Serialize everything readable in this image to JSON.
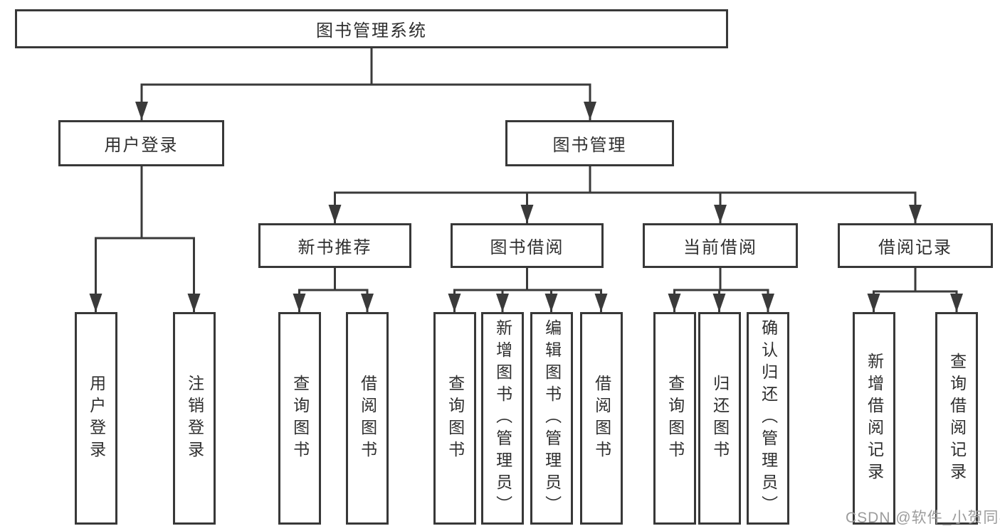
{
  "diagram": {
    "title": "图书管理系统",
    "level2": [
      {
        "id": "user-login",
        "label": "用户登录"
      },
      {
        "id": "book-management",
        "label": "图书管理"
      }
    ],
    "level3": [
      {
        "id": "new-book-recommend",
        "label": "新书推荐",
        "parent": "图书管理"
      },
      {
        "id": "book-borrow",
        "label": "图书借阅",
        "parent": "图书管理"
      },
      {
        "id": "current-borrow",
        "label": "当前借阅",
        "parent": "图书管理"
      },
      {
        "id": "borrow-records",
        "label": "借阅记录",
        "parent": "图书管理"
      }
    ],
    "leaves": [
      {
        "label": "用户登录",
        "parent": "用户登录"
      },
      {
        "label": "注销登录",
        "parent": "用户登录"
      },
      {
        "label": "查询图书",
        "parent": "新书推荐"
      },
      {
        "label": "借阅图书",
        "parent": "新书推荐"
      },
      {
        "label": "查询图书",
        "parent": "图书借阅"
      },
      {
        "label": "新增图书（管理员）",
        "parent": "图书借阅"
      },
      {
        "label": "编辑图书（管理员）",
        "parent": "图书借阅"
      },
      {
        "label": "借阅图书",
        "parent": "图书借阅"
      },
      {
        "label": "查询图书",
        "parent": "当前借阅"
      },
      {
        "label": "归还图书",
        "parent": "当前借阅"
      },
      {
        "label": "确认归还（管理员）",
        "parent": "当前借阅"
      },
      {
        "label": "新增借阅记录",
        "parent": "借阅记录"
      },
      {
        "label": "查询借阅记录",
        "parent": "借阅记录"
      }
    ],
    "watermark": "CSDN @软件_小贺同学",
    "colors": {
      "line": "#3a3a3a",
      "border": "#383838",
      "text": "#2f2f2f",
      "watermark": "#9c9c9c",
      "background": "#ffffff"
    }
  }
}
